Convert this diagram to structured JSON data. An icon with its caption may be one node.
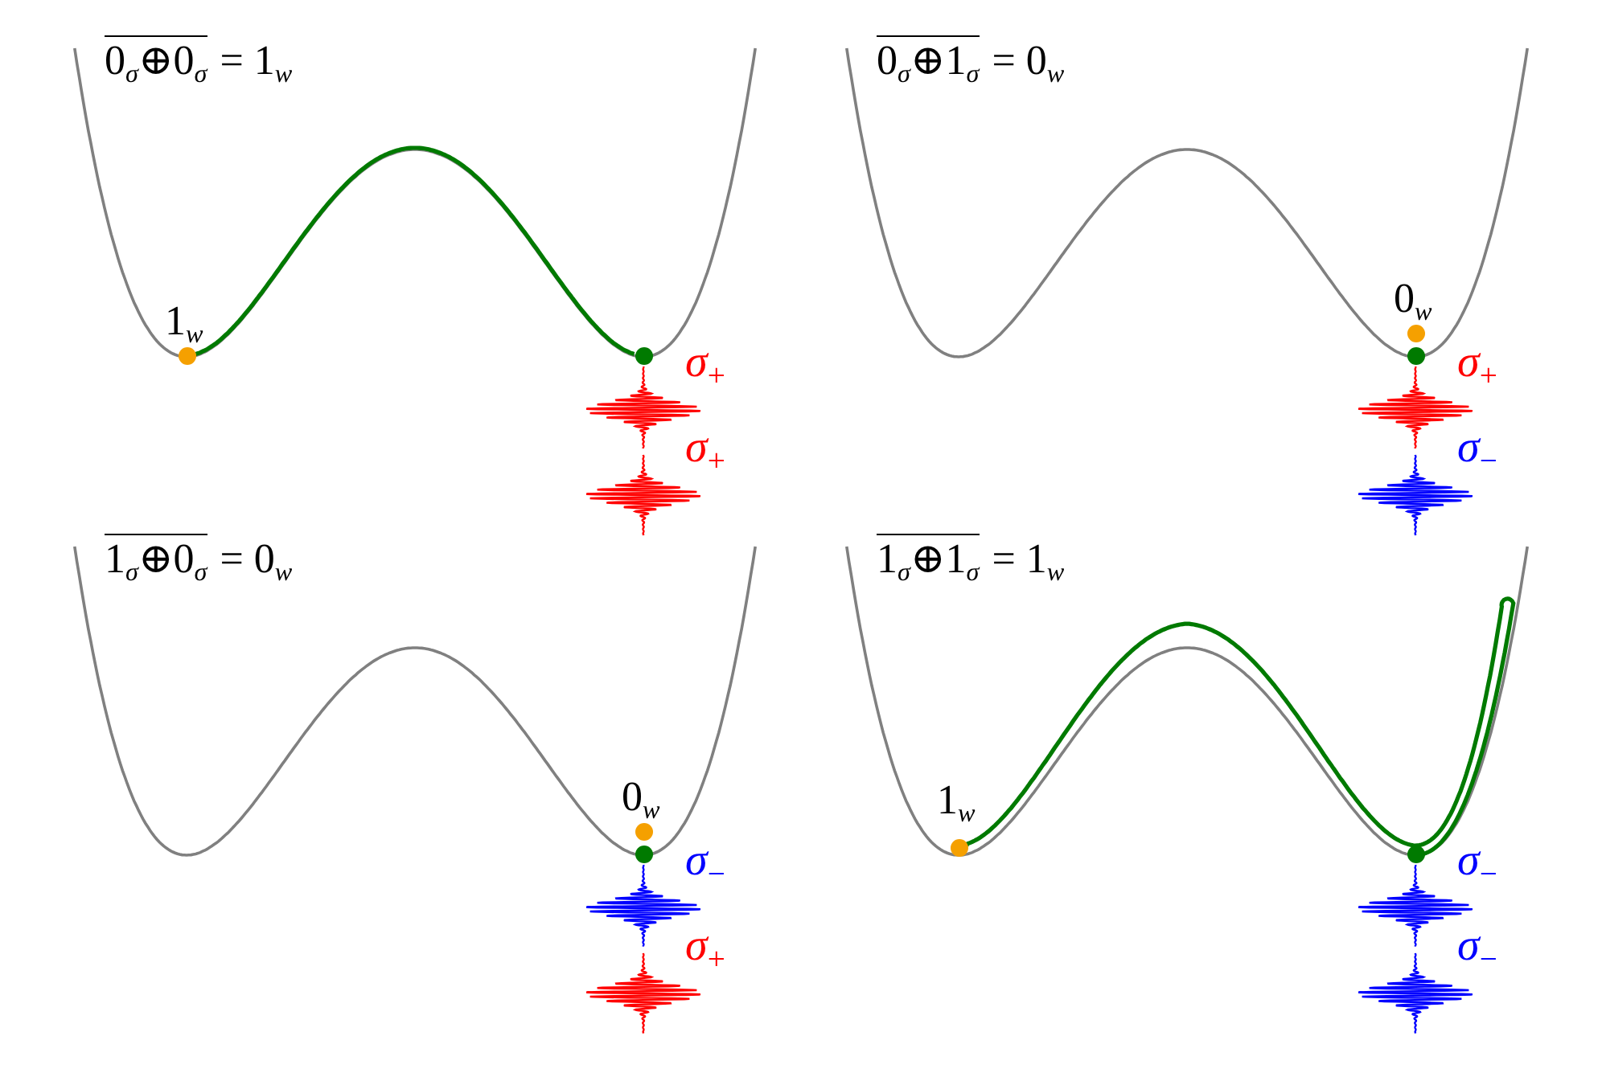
{
  "diagram": {
    "nodes": [
      {
        "text": [],
        "shape": "circle",
        "beside": [
          "1$_{w}$"
        ]
      },
      {
        "text": [],
        "shape": "circle"
      },
      {
        "text": [],
        "shape": "circle",
        "beside": [
          "0$_{w}$"
        ]
      },
      {
        "text": [],
        "shape": "circle"
      },
      {
        "text": [],
        "shape": "circle",
        "beside": [
          "0$_{w}$"
        ]
      },
      {
        "text": [],
        "shape": "circle"
      },
      {
        "text": [],
        "shape": "circle",
        "beside": [
          "1$_{w}$"
        ]
      },
      {
        "text": [],
        "shape": "circle"
      }
    ],
    "edges": [
      {
        "from": 0,
        "to": 1,
        "arrow": "none"
      },
      {
        "from": 6,
        "to": 7,
        "arrow": "none"
      }
    ],
    "labels": [
      "0$_{σ}$⊕0$_{σ}$",
      "= 1$_{w}$",
      "σ$_{+}$",
      "σ$_{+}$",
      "0$_{σ}$⊕1$_{σ}$",
      "= 0$_{w}$",
      "σ$_{+}$",
      "σ$_{−}$",
      "1$_{σ}$⊕0$_{σ}$",
      "= 0$_{w}$",
      "σ$_{−}$",
      "σ$_{+}$",
      "1$_{σ}$⊕1$_{σ}$",
      "= 1$_{w}$",
      "σ$_{−}$",
      "σ$_{−}$"
    ]
  }
}
